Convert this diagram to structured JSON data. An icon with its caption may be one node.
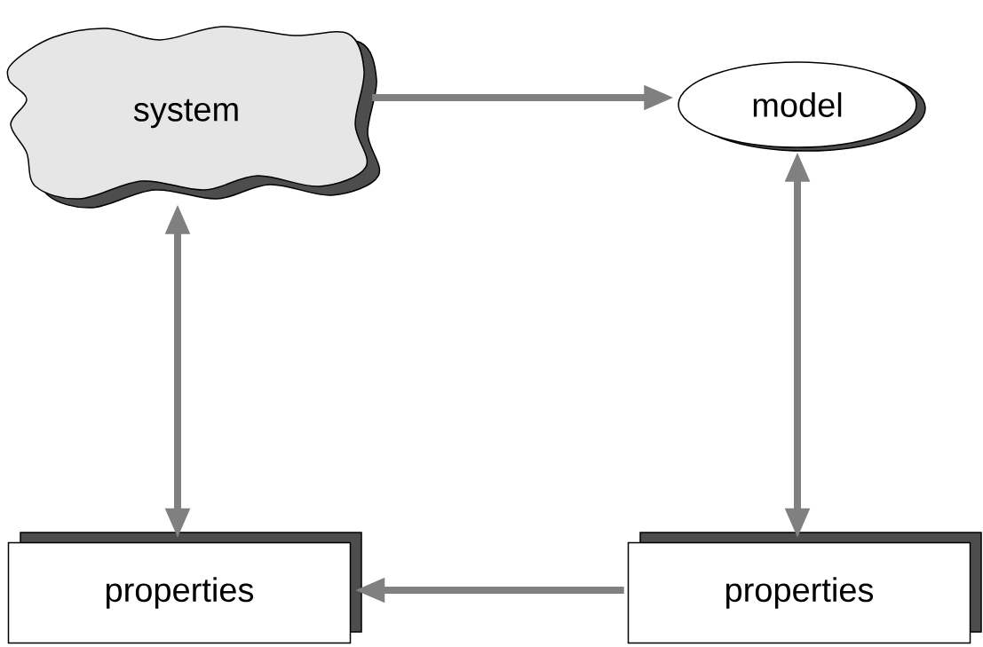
{
  "diagram": {
    "nodes": [
      {
        "text": [
          "system"
        ]
      },
      {
        "text": [
          "model"
        ]
      },
      {
        "text": [
          "properties"
        ]
      },
      {
        "text": [
          "properties"
        ]
      }
    ],
    "edges": [
      {
        "from": 0,
        "to": 1,
        "arrow": "to"
      },
      {
        "from": 0,
        "to": 2,
        "arrow": "both"
      },
      {
        "from": 1,
        "to": 3,
        "arrow": "both"
      },
      {
        "from": 3,
        "to": 2,
        "arrow": "to"
      }
    ]
  }
}
